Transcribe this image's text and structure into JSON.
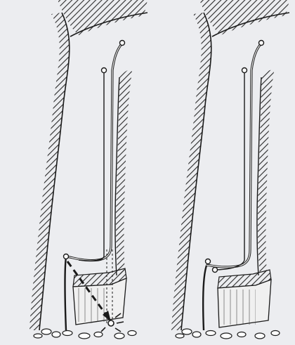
{
  "figure": {
    "panels": [
      {
        "id": "left",
        "description_key": "rope-with-blocked-path"
      },
      {
        "id": "right",
        "description_key": "rope-over-block"
      }
    ]
  },
  "colors": {
    "background": "#ecedf0",
    "ink": "#1a1a1a",
    "hatch": "#2a2a2a",
    "snow": "#f3f4f6"
  },
  "icons": [
    "piton-anchor",
    "falling-arrow",
    "impact-burst",
    "rock-block",
    "rubble"
  ]
}
